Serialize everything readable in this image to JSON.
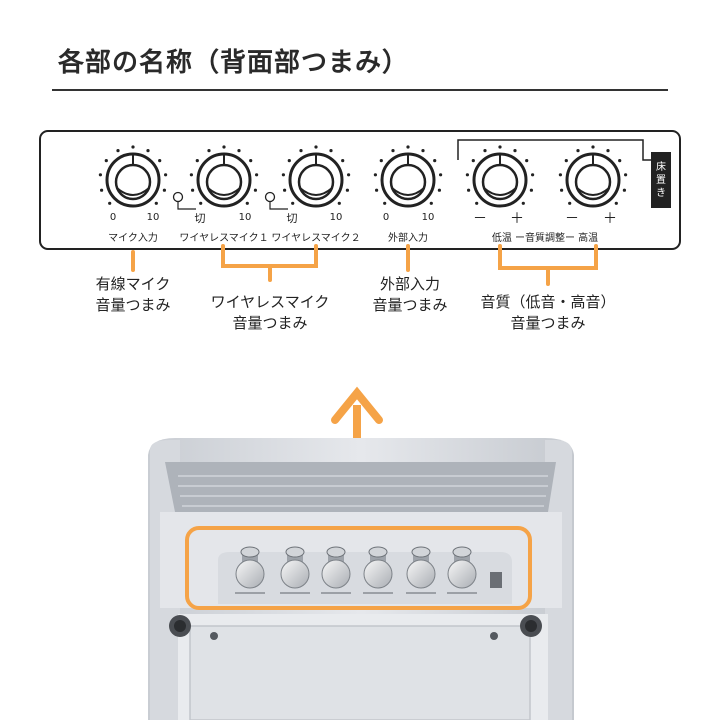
{
  "title": "各部の名称（背面部つまみ）",
  "accent_color": "#f5a347",
  "panel": {
    "knobs": [
      {
        "name": "mic-input",
        "min": "0",
        "max": "10",
        "label": "マイク入力"
      },
      {
        "name": "wireless-1",
        "switch": "切",
        "max": "10",
        "label": "ワイヤレスマイク１"
      },
      {
        "name": "wireless-2",
        "switch": "切",
        "max": "10",
        "label": "ワイヤレスマイク２"
      },
      {
        "name": "external-input",
        "min": "0",
        "max": "10",
        "label": "外部入力"
      },
      {
        "name": "tone-low",
        "min": "－",
        "max": "＋"
      },
      {
        "name": "tone-high",
        "min": "－",
        "max": "＋"
      }
    ],
    "tone_label": "低温 ー音質調整ー 高温",
    "floor_tag": [
      "床",
      "置",
      "き"
    ]
  },
  "callouts": {
    "wired_mic": [
      "有線マイク",
      "音量つまみ"
    ],
    "wireless_mic": [
      "ワイヤレスマイク",
      "音量つまみ"
    ],
    "external": [
      "外部入力",
      "音量つまみ"
    ],
    "tone": [
      "音質（低音・高音）",
      "音量つまみ"
    ]
  }
}
